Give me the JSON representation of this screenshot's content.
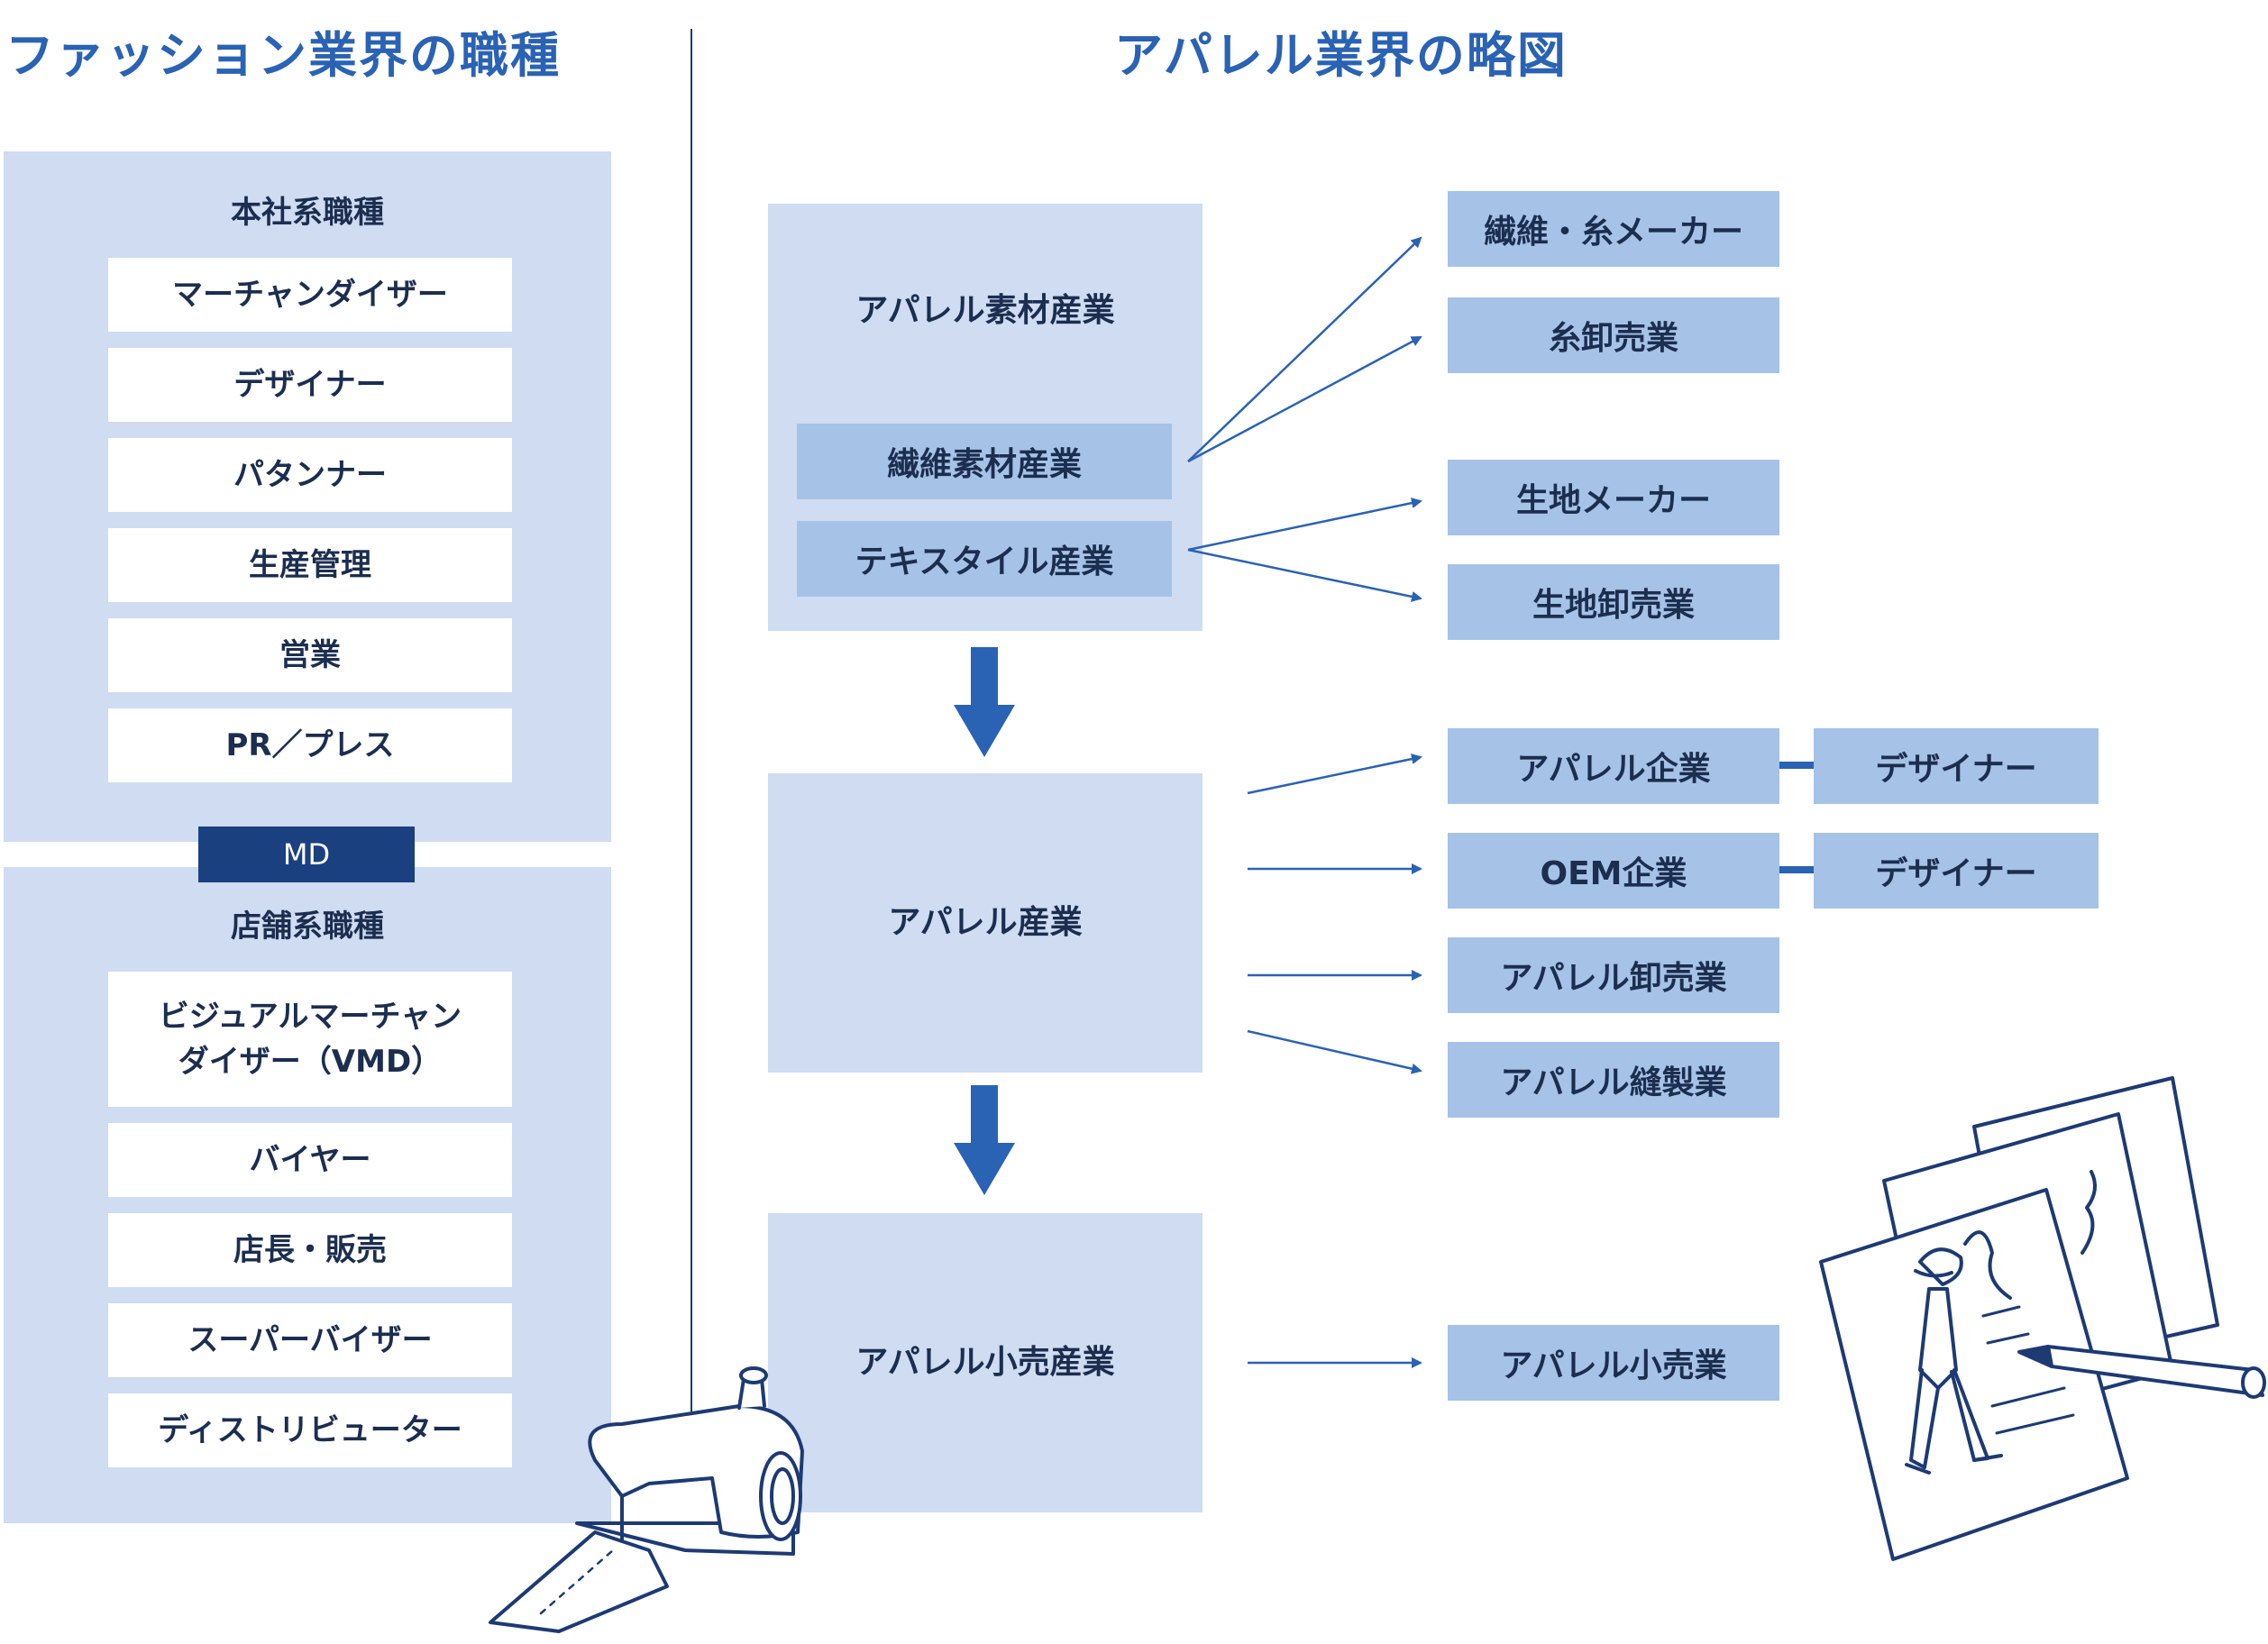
{
  "left_title": "ファッション業界の職種",
  "right_title": "アパレル業界の略図",
  "hq": {
    "heading": "本社系職種",
    "items": [
      "マーチャンダイザー",
      "デザイナー",
      "パタンナー",
      "生産管理",
      "営業",
      "PR／プレス"
    ]
  },
  "md_label": "MD",
  "store": {
    "heading": "店舗系職種",
    "items": [
      "ビジュアルマーチャン\nダイザー（VMD）",
      "バイヤー",
      "店長・販売",
      "スーパーバイザー",
      "ディストリビューター"
    ]
  },
  "flow": {
    "material": {
      "label": "アパレル素材産業",
      "sub1": "繊維素材産業",
      "sub2": "テキスタイル産業"
    },
    "apparel": {
      "label": "アパレル産業"
    },
    "retail": {
      "label": "アパレル小売産業"
    }
  },
  "targets": {
    "fiber_maker": "繊維・糸メーカー",
    "yarn_wholesale": "糸卸売業",
    "fabric_maker": "生地メーカー",
    "fabric_wholesale": "生地卸売業",
    "apparel_company": "アパレル企業",
    "designer_1": "デザイナー",
    "oem_company": "OEM企業",
    "designer_2": "デザイナー",
    "apparel_wholesale": "アパレル卸売業",
    "apparel_sewing": "アパレル縫製業",
    "apparel_retail": "アパレル小売業"
  },
  "colors": {
    "title": "#2a62b4",
    "panel": "#cfdcf1",
    "box": "#a6c2e7",
    "md": "#1a4080",
    "arrow": "#2a62b4",
    "ink": "#1d3a73"
  },
  "illustrations": [
    "sewing-machine-icon",
    "fashion-sketch-icon"
  ]
}
